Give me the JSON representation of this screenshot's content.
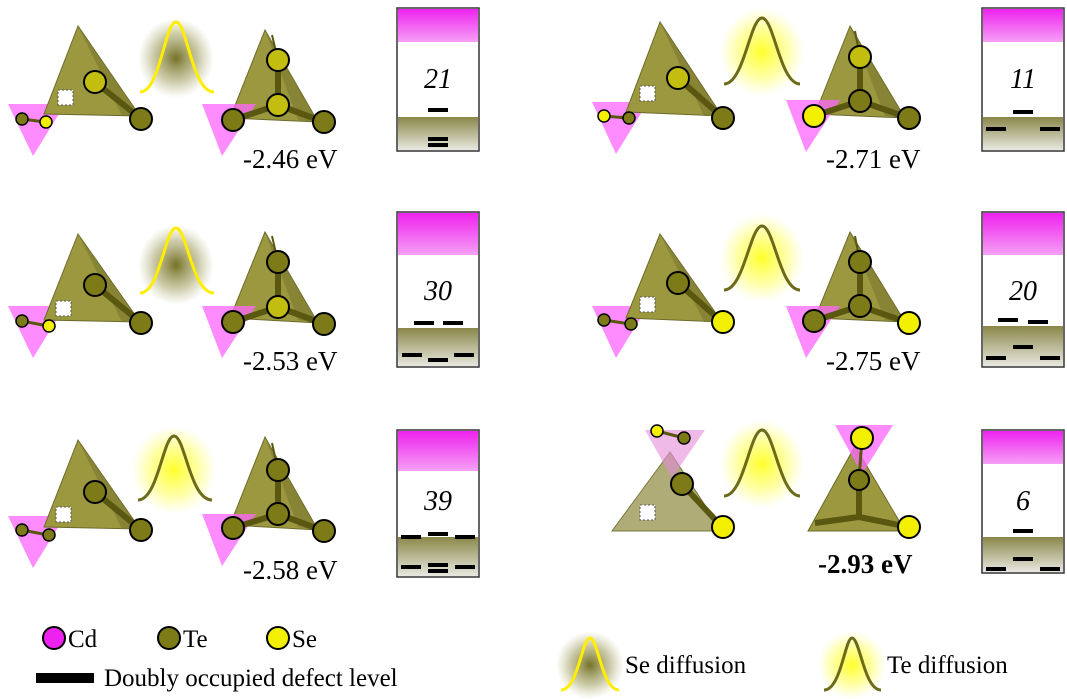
{
  "colors": {
    "cd": "#ee22ee",
    "cd_fill": "#ff66ff",
    "te": "#7d7a18",
    "te_dark": "#5a5710",
    "tetra": "#9c9840",
    "se": "#f2f000",
    "se_glow": "#ffff20",
    "te_glow": "#6e6a1c",
    "cb_top": "#ee22ee",
    "vb": "#8a8748"
  },
  "panels": [
    {
      "energy": "-2.46 eV",
      "count": "21",
      "bold": false,
      "variant": "se-diff-a"
    },
    {
      "energy": "-2.53 eV",
      "count": "30",
      "bold": false,
      "variant": "se-diff-b"
    },
    {
      "energy": "-2.58 eV",
      "count": "39",
      "bold": false,
      "variant": "te-diff-a"
    },
    {
      "energy": "-2.71 eV",
      "count": "11",
      "bold": false,
      "variant": "te-diff-b"
    },
    {
      "energy": "-2.75 eV",
      "count": "20",
      "bold": false,
      "variant": "te-diff-c"
    },
    {
      "energy": "-2.93 eV",
      "count": "6",
      "bold": true,
      "variant": "te-diff-d"
    }
  ],
  "legend": {
    "cd": "Cd",
    "te": "Te",
    "se": "Se",
    "level": "Doubly occupied defect level",
    "se_diffusion": "Se diffusion",
    "te_diffusion": "Te diffusion"
  }
}
